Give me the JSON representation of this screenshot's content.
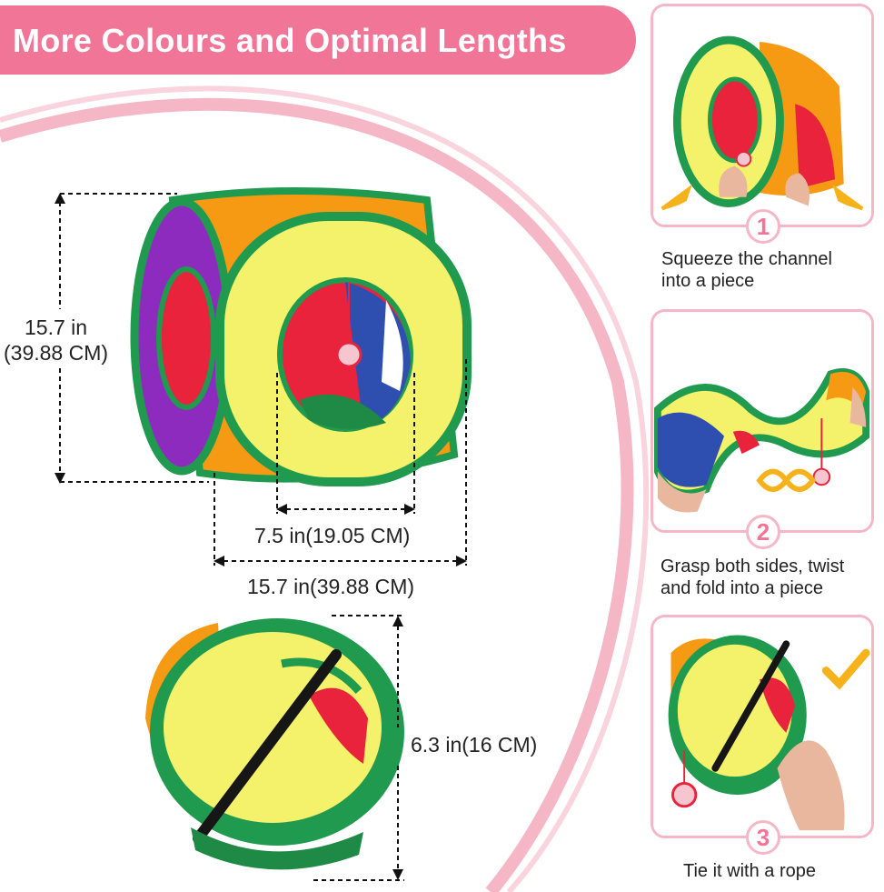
{
  "banner": {
    "title": "More Colours and Optimal Lengths",
    "color": "#f07596"
  },
  "dimensions": {
    "height_in": "15.7 in",
    "height_cm": "(39.88 CM)",
    "opening": "7.5 in(19.05 CM)",
    "width": "15.7 in(39.88 CM)",
    "folded": "6.3 in(16 CM)"
  },
  "steps": [
    {
      "number": "1",
      "caption_line1": "Squeeze the channel",
      "caption_line2": "into a piece"
    },
    {
      "number": "2",
      "caption_line1": "Grasp both sides, twist",
      "caption_line2": "and fold into a piece"
    },
    {
      "number": "3",
      "caption_line1": "Tie it with a rope",
      "caption_line2": ""
    }
  ],
  "colors": {
    "accent_pink": "#f07596",
    "light_pink": "#f5b6c6",
    "tunnel_green": "#1f9a4e",
    "tunnel_yellow": "#f4f16a",
    "tunnel_red": "#e8233b",
    "tunnel_purple": "#8e2bbf",
    "tunnel_orange": "#f59a12",
    "tunnel_blue": "#2f4fb0",
    "check_orange": "#f6b21a"
  }
}
